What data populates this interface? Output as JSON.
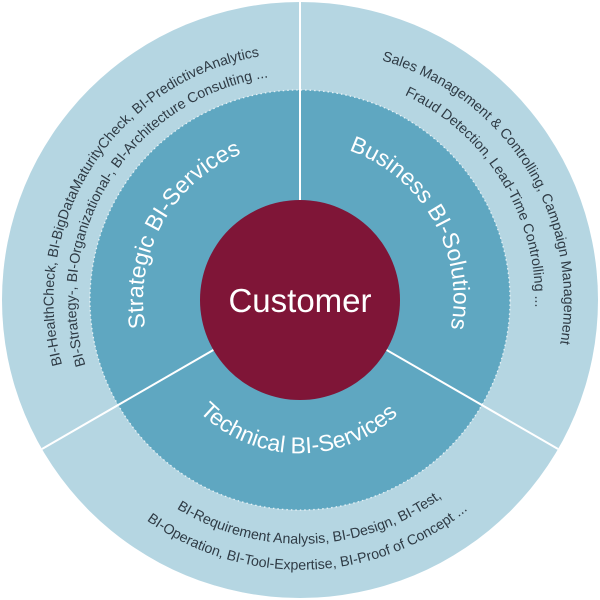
{
  "colors": {
    "outer_ring": "#b5d6e2",
    "inner_ring": "#5fa7c1",
    "center": "#7f1537",
    "divider": "#ffffff",
    "desc_text": "#2f3b45",
    "title_text": "#ffffff"
  },
  "center": {
    "label": "Customer"
  },
  "segments": [
    {
      "title": "Strategic BI-Services",
      "description_lines": [
        "BI-HealthCheck, BI-BigDataMaturityCheck, BI-PredictiveAnalytics",
        "BI-Strategy-, BI-Organizational-, BI-Architecture Consulting ..."
      ]
    },
    {
      "title": "Business BI-Solutions",
      "description_lines": [
        "Sales Management & Controlling, Campaign Management",
        "Fraud Detection, Lead-Time Controlling ..."
      ]
    },
    {
      "title": "Technical BI-Services",
      "description_lines": [
        "BI-Requirement Analysis, BI-Design, BI-Test,",
        "BI-Operation, BI-Tool-Expertise, BI-Proof of Concept ..."
      ]
    }
  ]
}
